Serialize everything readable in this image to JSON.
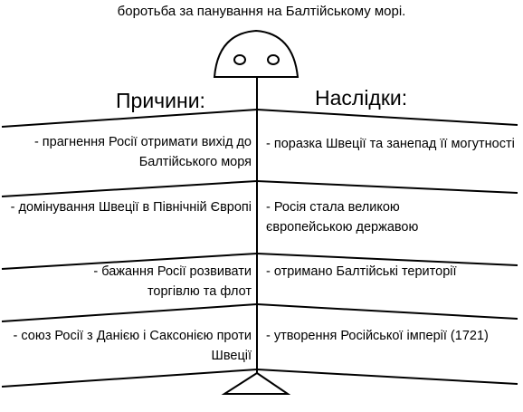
{
  "title": "боротьба за панування на Балтійському морі.",
  "causes_heading": "Причини:",
  "effects_heading": "Наслідки:",
  "causes": [
    "- прагнення Росії отримати вихід до Балтійського моря",
    "- домінування Швеції в Північній Європі",
    "- бажання Росії розвивати торгівлю та флот",
    "- союз Росії з Данією і Саксонією проти Швеції"
  ],
  "effects": [
    "- поразка Швеції та занепад її могутності",
    "- Росія стала великою європейською державою",
    "- отримано Балтійські території",
    "- утворення Російської імперії (1721)"
  ]
}
